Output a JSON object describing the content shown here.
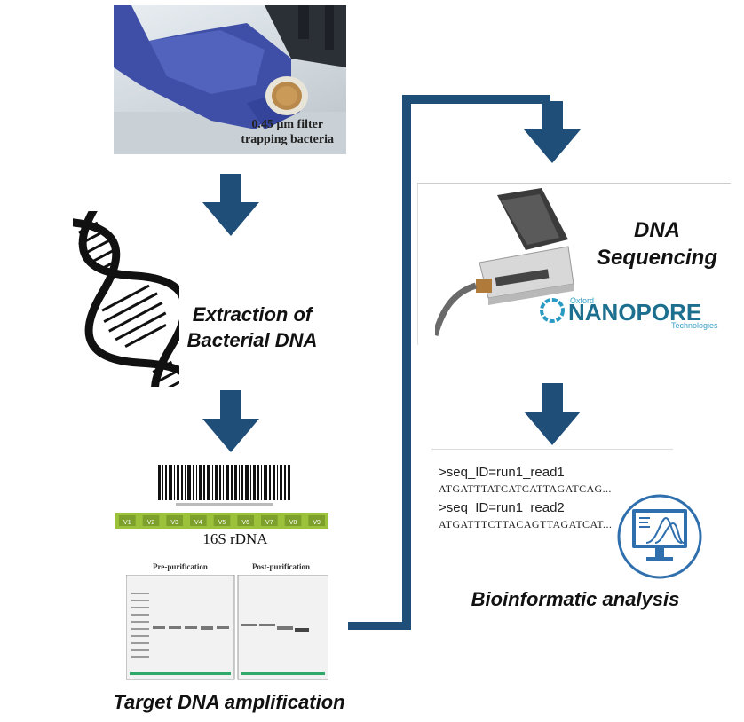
{
  "photo": {
    "caption": "0.45 µm filter\ntrapping bacteria"
  },
  "steps": {
    "extraction": "Extraction of\nBacterial DNA",
    "amplification": "Target DNA amplification",
    "sequencing": "DNA\nSequencing",
    "bioinformatics": "Bioinformatic analysis"
  },
  "amplicon": {
    "gene_label": "16S rDNA",
    "regions": [
      "V1",
      "V2",
      "V3",
      "V4",
      "V5",
      "V6",
      "V7",
      "V8",
      "V9"
    ],
    "gel_left_title": "Pre-purification",
    "gel_right_title": "Post-purification"
  },
  "nanopore": {
    "brand_small": "Oxford",
    "brand_main": "NANOPORE",
    "brand_sub": "Technologies"
  },
  "reads": [
    {
      "header": ">seq_ID=run1_read1",
      "sequence": "ATGATTTATCATCATTAGATCAG..."
    },
    {
      "header": ">seq_ID=run1_read2",
      "sequence": "ATGATTTCTTACAGTTAGATCAT..."
    }
  ],
  "colors": {
    "arrow": "#1f4e79",
    "brand": "#1c6f8e",
    "gene_bar": "#9cc23c",
    "monitor": "#2f6fad"
  }
}
